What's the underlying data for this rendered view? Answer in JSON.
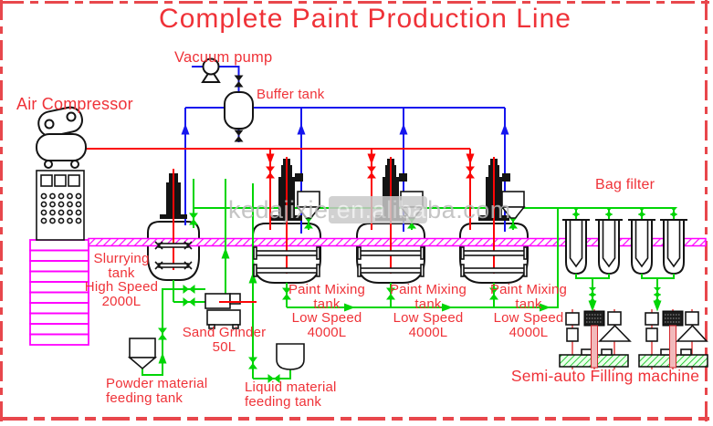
{
  "diagram": {
    "title": "Complete Paint Production Line",
    "watermark": {
      "full": "kedajixie.en.alibaba.com",
      "pre": "kedajixie",
      "boxed": ".en.aliba",
      "post": "ba.com"
    },
    "labels": {
      "air_compressor": "Air Compressor",
      "vacuum_pump": "Vacuum pump",
      "buffer_tank": "Buffer tank",
      "bag_filter": "Bag filter",
      "filling_machine": "Semi-auto Filling machine",
      "slurrying_tank": {
        "l1": "Slurrying",
        "l2": "tank",
        "l3": "High Speed",
        "l4": "2000L"
      },
      "sand_grinder": {
        "l1": "Sand Grinder",
        "l2": "50L"
      },
      "powder_tank": {
        "l1": "Powder material",
        "l2": "feeding tank"
      },
      "liquid_tank": {
        "l1": "Liquid material",
        "l2": "feeding tank"
      },
      "mixing_tank": {
        "l1": "Paint Mixing",
        "l2": "tank",
        "l3": "Low Speed",
        "l4": "4000L"
      }
    },
    "colors": {
      "red_text": "#ef3238",
      "red_pipe": "#fb0606",
      "green_pipe": "#00d505",
      "blue_pipe": "#1515ee",
      "magenta": "#ff00ff",
      "black": "#141414",
      "border_red": "#e8474c",
      "watermark_gray": "#bcbcbc"
    }
  }
}
